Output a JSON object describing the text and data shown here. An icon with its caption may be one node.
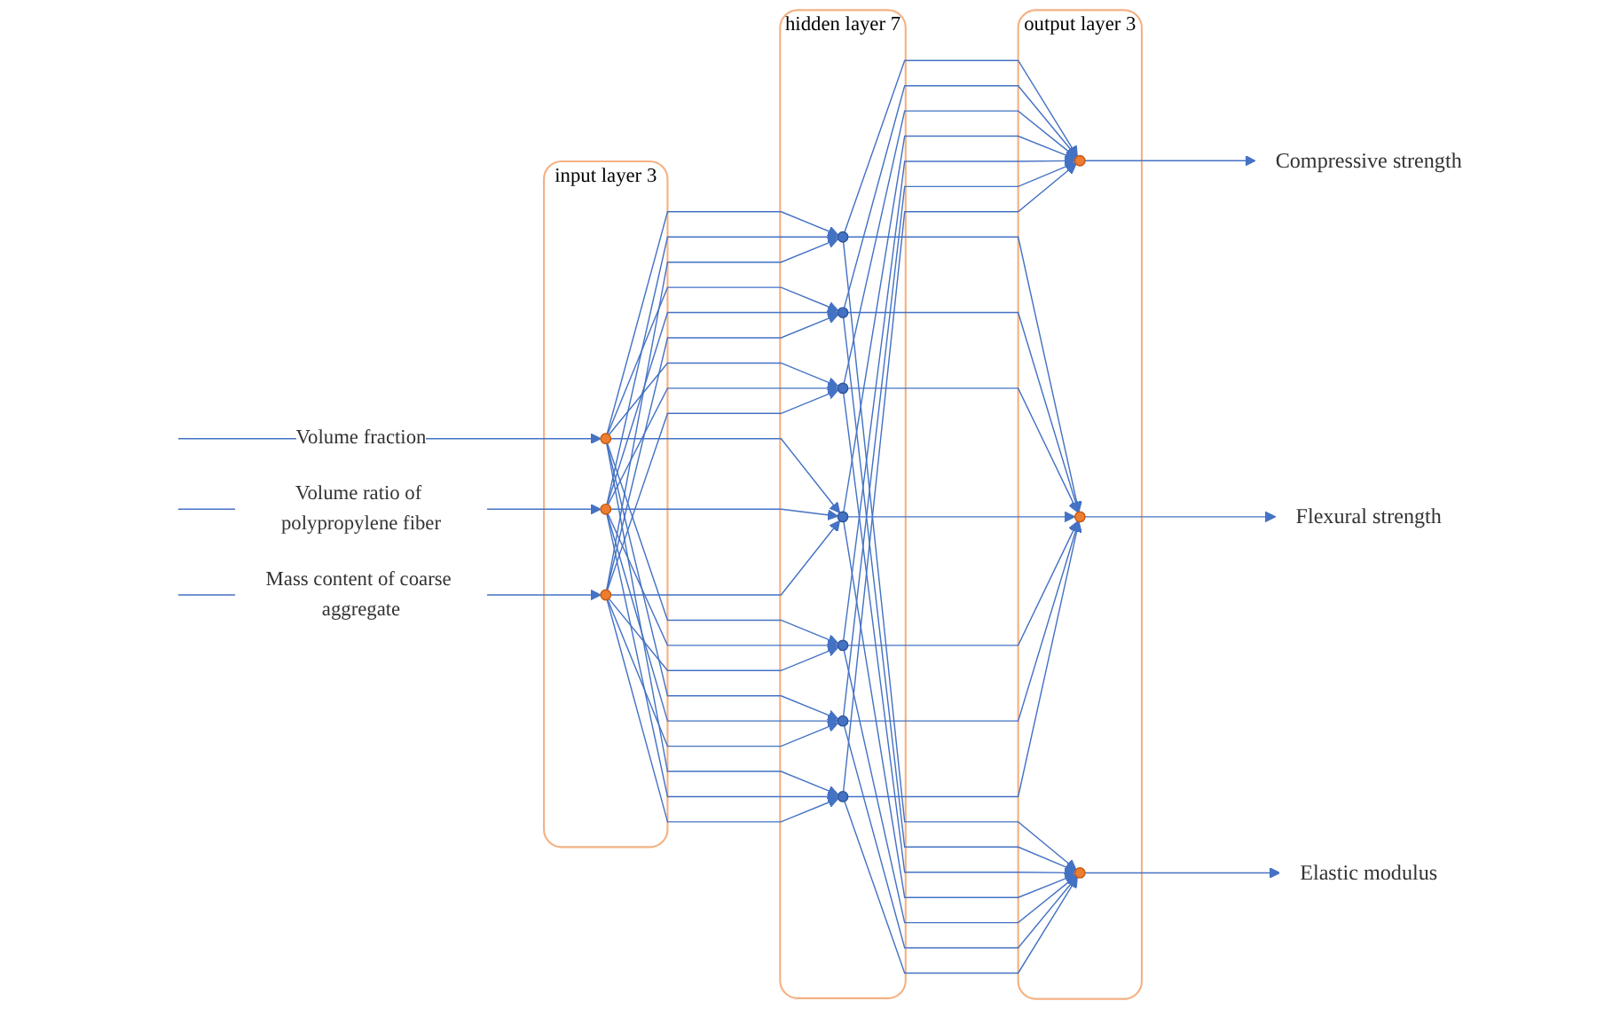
{
  "diagram": {
    "nodes": [
      {
        "text": [
          "input layer 3"
        ]
      },
      {
        "text": [],
        "shape": "circle",
        "in": 0
      },
      {
        "text": [],
        "shape": "circle",
        "in": 0
      },
      {
        "text": [],
        "shape": "circle",
        "in": 0
      },
      {
        "text": [
          "hidden layer 7"
        ]
      },
      {
        "text": [],
        "shape": "circle",
        "in": 4
      },
      {
        "text": [],
        "shape": "circle",
        "in": 4
      },
      {
        "text": [],
        "shape": "circle",
        "in": 4
      },
      {
        "text": [],
        "shape": "circle",
        "in": 4
      },
      {
        "text": [],
        "shape": "circle",
        "in": 4
      },
      {
        "text": [],
        "shape": "circle",
        "in": 4
      },
      {
        "text": [],
        "shape": "circle",
        "in": 4
      },
      {
        "text": [
          "output layer 3"
        ]
      },
      {
        "text": [],
        "shape": "circle",
        "in": 12
      },
      {
        "text": [],
        "shape": "circle",
        "in": 12
      },
      {
        "text": [],
        "shape": "circle",
        "in": 12
      },
      {
        "text": [
          "Compressive strength"
        ]
      },
      {
        "text": [
          "Flexural strength"
        ]
      },
      {
        "text": [
          "Elastic modulus"
        ]
      }
    ],
    "edges": [
      {
        "from": null,
        "to": 1,
        "arrow": "to",
        "label": "Volume fraction"
      },
      {
        "from": null,
        "to": 2,
        "arrow": "to",
        "label": "Volume ratio of polypropylene fiber"
      },
      {
        "from": null,
        "to": 3,
        "arrow": "to",
        "label": "Mass content of coarse aggregate"
      },
      {
        "from": 1,
        "to": 5,
        "arrow": "to"
      },
      {
        "from": 1,
        "to": 6,
        "arrow": "to"
      },
      {
        "from": 1,
        "to": 7,
        "arrow": "to"
      },
      {
        "from": 1,
        "to": 8,
        "arrow": "to"
      },
      {
        "from": 1,
        "to": 9,
        "arrow": "to"
      },
      {
        "from": 1,
        "to": 10,
        "arrow": "to"
      },
      {
        "from": 1,
        "to": 11,
        "arrow": "to"
      },
      {
        "from": 2,
        "to": 5,
        "arrow": "to"
      },
      {
        "from": 2,
        "to": 6,
        "arrow": "to"
      },
      {
        "from": 2,
        "to": 7,
        "arrow": "to"
      },
      {
        "from": 2,
        "to": 8,
        "arrow": "to"
      },
      {
        "from": 2,
        "to": 9,
        "arrow": "to"
      },
      {
        "from": 2,
        "to": 10,
        "arrow": "to"
      },
      {
        "from": 2,
        "to": 11,
        "arrow": "to"
      },
      {
        "from": 3,
        "to": 5,
        "arrow": "to"
      },
      {
        "from": 3,
        "to": 6,
        "arrow": "to"
      },
      {
        "from": 3,
        "to": 7,
        "arrow": "to"
      },
      {
        "from": 3,
        "to": 8,
        "arrow": "to"
      },
      {
        "from": 3,
        "to": 9,
        "arrow": "to"
      },
      {
        "from": 3,
        "to": 10,
        "arrow": "to"
      },
      {
        "from": 3,
        "to": 11,
        "arrow": "to"
      },
      {
        "from": 5,
        "to": 13,
        "arrow": "to"
      },
      {
        "from": 5,
        "to": 14,
        "arrow": "to"
      },
      {
        "from": 5,
        "to": 15,
        "arrow": "to"
      },
      {
        "from": 6,
        "to": 13,
        "arrow": "to"
      },
      {
        "from": 6,
        "to": 14,
        "arrow": "to"
      },
      {
        "from": 6,
        "to": 15,
        "arrow": "to"
      },
      {
        "from": 7,
        "to": 13,
        "arrow": "to"
      },
      {
        "from": 7,
        "to": 14,
        "arrow": "to"
      },
      {
        "from": 7,
        "to": 15,
        "arrow": "to"
      },
      {
        "from": 8,
        "to": 13,
        "arrow": "to"
      },
      {
        "from": 8,
        "to": 14,
        "arrow": "to"
      },
      {
        "from": 8,
        "to": 15,
        "arrow": "to"
      },
      {
        "from": 9,
        "to": 13,
        "arrow": "to"
      },
      {
        "from": 9,
        "to": 14,
        "arrow": "to"
      },
      {
        "from": 9,
        "to": 15,
        "arrow": "to"
      },
      {
        "from": 10,
        "to": 13,
        "arrow": "to"
      },
      {
        "from": 10,
        "to": 14,
        "arrow": "to"
      },
      {
        "from": 10,
        "to": 15,
        "arrow": "to"
      },
      {
        "from": 11,
        "to": 13,
        "arrow": "to"
      },
      {
        "from": 11,
        "to": 14,
        "arrow": "to"
      },
      {
        "from": 11,
        "to": 15,
        "arrow": "to"
      },
      {
        "from": 13,
        "to": 16,
        "arrow": "to"
      },
      {
        "from": 14,
        "to": 17,
        "arrow": "to"
      },
      {
        "from": 15,
        "to": 18,
        "arrow": "to"
      }
    ]
  }
}
